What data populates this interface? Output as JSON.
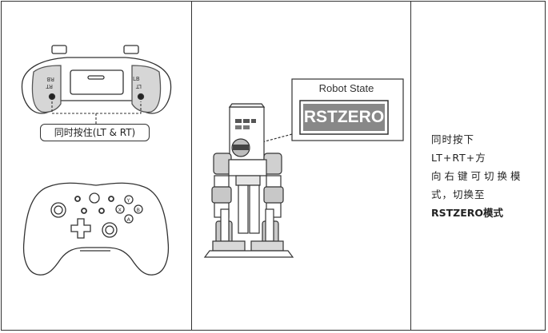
{
  "left_panel": {
    "bumper_left": "RB",
    "trigger_left": "RT",
    "bumper_right": "LB",
    "trigger_right": "LT",
    "combo_label": "同时按住(LT & RT)",
    "buttons": {
      "y": "Y",
      "x": "X",
      "b": "B",
      "a": "A"
    }
  },
  "middle_panel": {
    "state_title": "Robot State",
    "state_value": "RSTZERO"
  },
  "right_panel": {
    "line1": "同时按下LT+RT+方",
    "line2": "向右键可切换模",
    "line3": "式，切换至",
    "line4": "RSTZERO模式"
  }
}
